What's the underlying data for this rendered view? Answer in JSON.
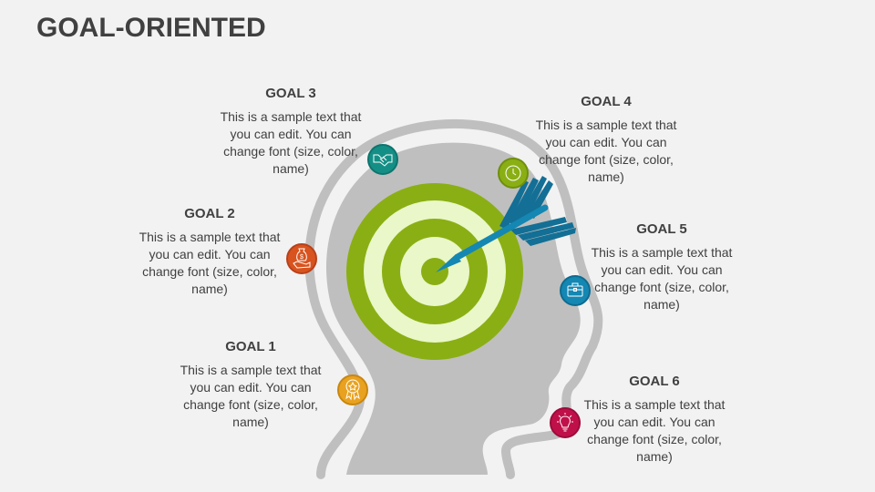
{
  "title": "GOAL-ORIENTED",
  "colors": {
    "background": "#f2f2f2",
    "head": "#bfbfbf",
    "outline": "#bfbfbf",
    "target_green": "#8aaf14",
    "target_light": "#eaf7c8",
    "arrow": "#1487b3",
    "arrow_fletch": "#136f95",
    "text": "#404040"
  },
  "goals": [
    {
      "label": "GOAL 1",
      "text": "This is a sample text that you can edit. You can change font (size, color, name)",
      "icon": "award-ribbon-icon",
      "color": "#e9a220"
    },
    {
      "label": "GOAL 2",
      "text": "This is a sample text that you can edit. You can change font (size, color, name)",
      "icon": "money-bag-hand-icon",
      "color": "#d9531e"
    },
    {
      "label": "GOAL 3",
      "text": "This is a sample text that you can edit. You can change font (size, color, name)",
      "icon": "handshake-icon",
      "color": "#148f86"
    },
    {
      "label": "GOAL 4",
      "text": "This is a sample text that you can edit. You can change font (size, color, name)",
      "icon": "clock-icon",
      "color": "#8aaf14"
    },
    {
      "label": "GOAL 5",
      "text": "This is a sample text that you can edit. You can change font (size, color, name)",
      "icon": "briefcase-icon",
      "color": "#1487b3"
    },
    {
      "label": "GOAL 6",
      "text": "This is a sample text that you can edit. You can change font (size, color, name)",
      "icon": "lightbulb-icon",
      "color": "#c0104a"
    }
  ]
}
